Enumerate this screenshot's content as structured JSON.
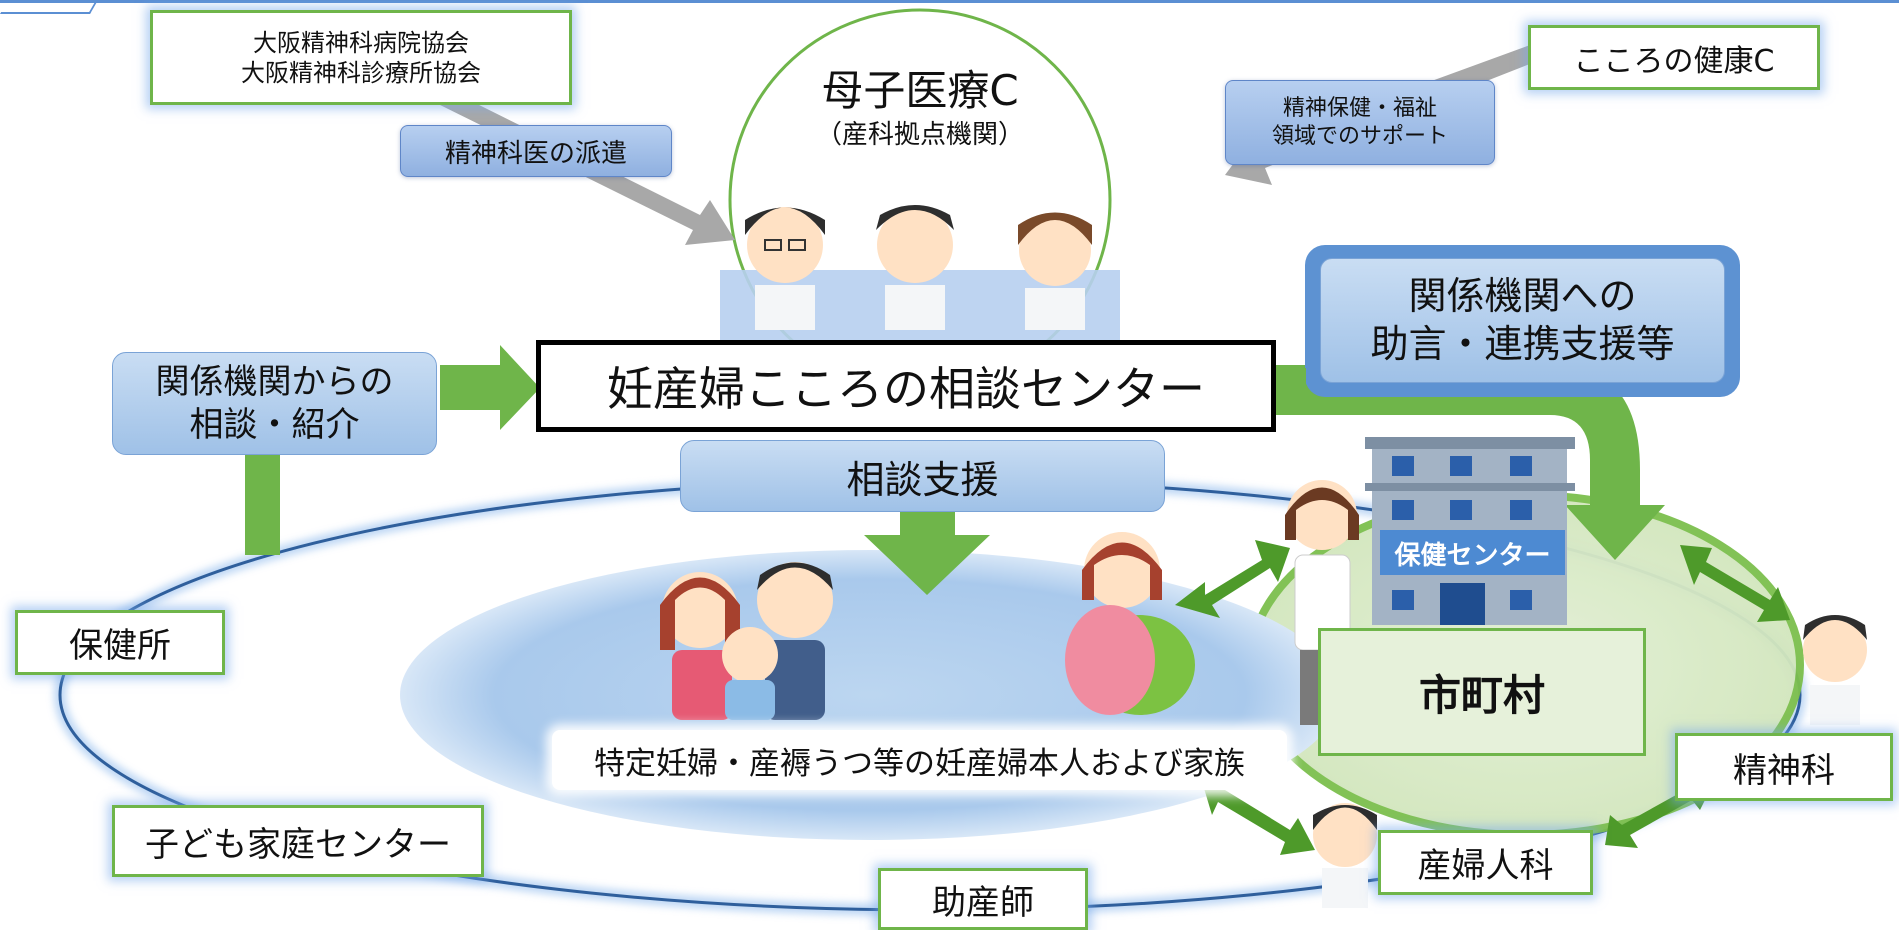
{
  "top_left_org": {
    "line1": "大阪精神科病院協会",
    "line2": "大阪精神科診療所協会"
  },
  "psychiatrist_dispatch": "精神科医の派遣",
  "mch_center": {
    "title": "母子医療C",
    "subtitle": "（産科拠点機関）"
  },
  "mental_health_center": "こころの健康C",
  "mental_support": {
    "line1": "精神保健・福祉",
    "line2": "領域でのサポート"
  },
  "advice": {
    "line1": "関係機関への",
    "line2": "助言・連携支援等"
  },
  "consult_from": {
    "line1": "関係機関からの",
    "line2": "相談・紹介"
  },
  "main_center": "妊産婦こころの相談センター",
  "consult_support": "相談支援",
  "health_center_sign": "保健センター",
  "municipality": "市町村",
  "hokenjo": "保健所",
  "family_label": "特定妊婦・産褥うつ等の妊産婦本人および家族",
  "child_center": "子ども家庭センター",
  "midwife": "助産師",
  "obgyn": "産婦人科",
  "psychiatry": "精神科"
}
